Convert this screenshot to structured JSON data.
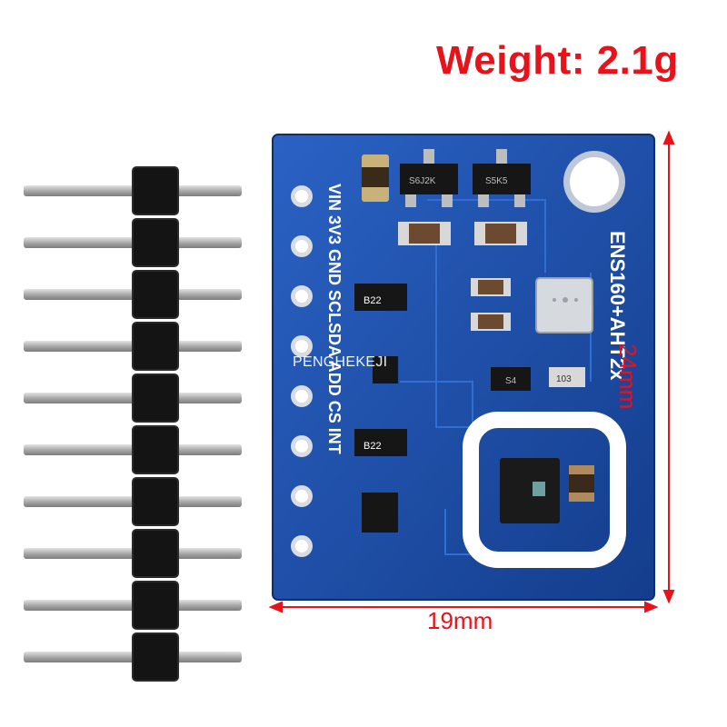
{
  "weight_label": "Weight: 2.1g",
  "dimension_width": "19mm",
  "dimension_height": "24mm",
  "watermark": "PENGHEKEJI",
  "board_title": "ENS160+AHT2x",
  "pins": [
    "VIN",
    "3V3",
    "GND",
    "SCL",
    "SDA",
    "ADD",
    "CS",
    "INT"
  ],
  "pins_combined_label": "VIN 3V3 GND SCLSDA ADD CS INT",
  "chip_labels": [
    "B22",
    "B22",
    "S6J2K",
    "S5K5",
    "S4",
    "103"
  ],
  "colors": {
    "annotation_red": "#e8121b",
    "pcb_blue": "#1a4fa8",
    "header_black": "#141414",
    "pin_silver": "#b9b9b9"
  }
}
